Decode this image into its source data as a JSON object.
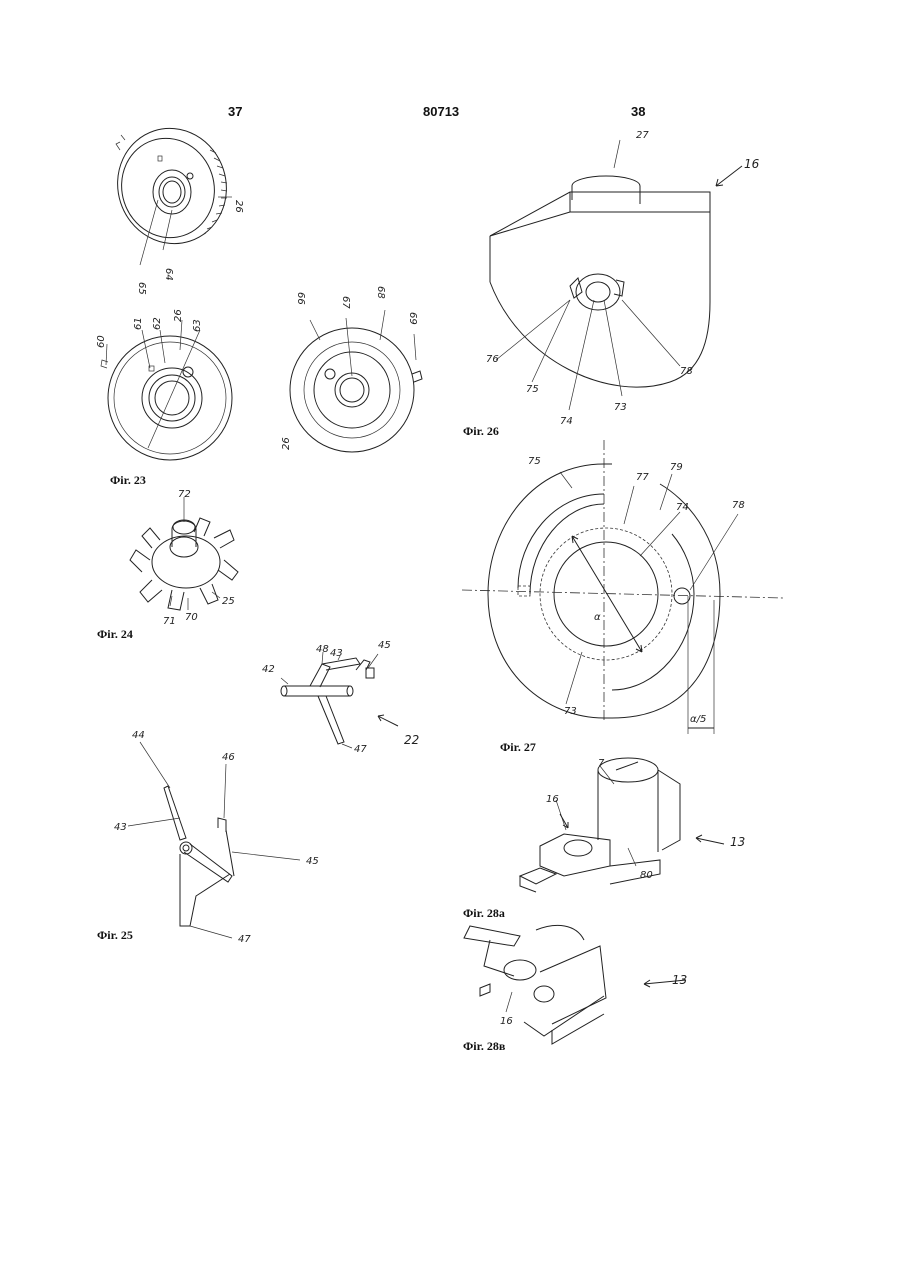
{
  "header": {
    "left_page": "37",
    "patent_no": "80713",
    "right_page": "38"
  },
  "captions": {
    "fig23": "Фir. 23",
    "fig24": "Фir. 24",
    "fig25": "Фir. 25",
    "fig26": "Фir. 26",
    "fig27": "Фir. 27",
    "fig28a": "Фir. 28a",
    "fig28b": "Фir. 28в"
  },
  "refs": {
    "r26a": "26",
    "r64": "64",
    "r65": "65",
    "r60": "60",
    "r61": "61",
    "r62": "62",
    "r26b": "26",
    "r63": "63",
    "r66": "66",
    "r67": "67",
    "r68": "68",
    "r69": "69",
    "r26c": "26",
    "r72": "72",
    "r71": "71",
    "r70": "70",
    "r25": "25",
    "r42": "42",
    "r48": "48",
    "r43a": "43",
    "r45a": "45",
    "r47a": "47",
    "r22": "22",
    "r44": "44",
    "r46": "46",
    "r43b": "43",
    "r45b": "45",
    "r47b": "47",
    "r27": "27",
    "r16a": "16",
    "r76": "76",
    "r75a": "75",
    "r74a": "74",
    "r73a": "73",
    "r78a": "78",
    "r75b": "75",
    "r77": "77",
    "r79": "79",
    "r74b": "74",
    "r78b": "78",
    "r73b": "73",
    "r_alpha": "α",
    "r_alpha5": "α/5",
    "r7": "7",
    "r16b": "16",
    "r13a": "13",
    "r80": "80",
    "r13b": "13",
    "r16c": "16"
  }
}
